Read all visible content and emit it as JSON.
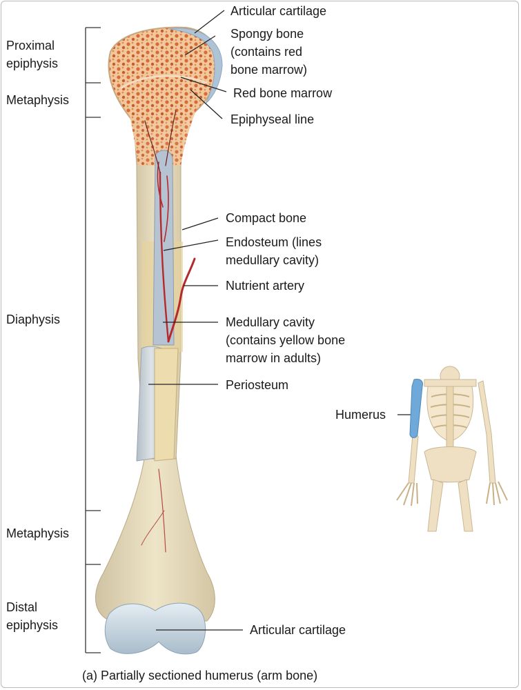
{
  "regions": {
    "proximal_epiphysis": "Proximal\nepiphysis",
    "metaphysis_top": "Metaphysis",
    "diaphysis": "Diaphysis",
    "metaphysis_bottom": "Metaphysis",
    "distal_epiphysis": "Distal\nepiphysis"
  },
  "labels": {
    "articular_cartilage_top": "Articular cartilage",
    "spongy_bone": "Spongy  bone\n(contains red\nbone marrow)",
    "red_bone_marrow": "Red bone marrow",
    "epiphyseal_line": "Epiphyseal line",
    "compact_bone": "Compact bone",
    "endosteum": "Endosteum (lines\nmedullary cavity)",
    "nutrient_artery": "Nutrient artery",
    "medullary_cavity": "Medullary cavity\n(contains yellow bone\nmarrow in adults)",
    "periosteum": "Periosteum",
    "articular_cartilage_bottom": "Articular cartilage",
    "humerus": "Humerus"
  },
  "caption": "(a) Partially sectioned humerus (arm bone)",
  "colors": {
    "bone": "#e9dcb9",
    "spongy": "#d9743a",
    "cartilage": "#b9cbd8",
    "periosteum": "#c4ccd4",
    "artery": "#b5282c",
    "skeleton_highlight": "#6fa9da"
  }
}
